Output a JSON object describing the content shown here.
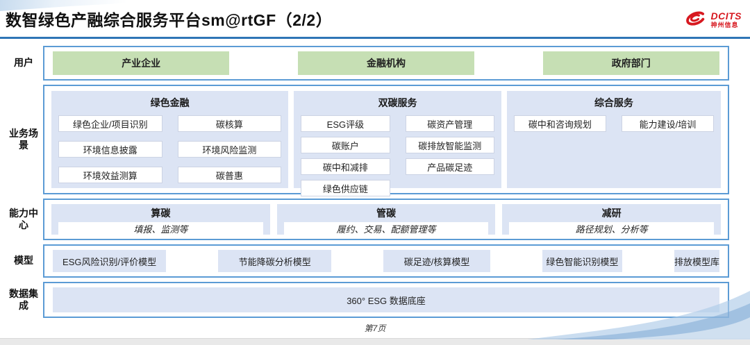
{
  "header": {
    "title": "数智绿色产融综合服务平台sm@rtGF（2/2）",
    "logo": {
      "name": "DCITS",
      "subtitle": "神州信息",
      "color": "#d71920"
    }
  },
  "rows": {
    "users": {
      "label": "用户",
      "items": [
        "产业企业",
        "金融机构",
        "政府部门"
      ]
    },
    "scenarios": {
      "label": "业务场景",
      "columns": [
        {
          "title": "绿色金融",
          "items": [
            "绿色企业/项目识别",
            "碳核算",
            "环境信息披露",
            "环境风险监测",
            "环境效益测算",
            "碳普惠"
          ]
        },
        {
          "title": "双碳服务",
          "items": [
            "ESG评级",
            "碳资产管理",
            "碳账户",
            "碳排放智能监测",
            "碳中和减排",
            "产品碳足迹",
            "绿色供应链"
          ]
        },
        {
          "title": "综合服务",
          "items": [
            "碳中和咨询规划",
            "能力建设/培训"
          ]
        }
      ]
    },
    "capabilities": {
      "label": "能力中心",
      "items": [
        {
          "title": "算碳",
          "desc": "填报、监测等"
        },
        {
          "title": "管碳",
          "desc": "履约、交易、配额管理等"
        },
        {
          "title": "减研",
          "desc": "路径规划、分析等"
        }
      ]
    },
    "models": {
      "label": "模型",
      "items": [
        "ESG风险识别/评价模型",
        "节能降碳分析模型",
        "碳足迹/核算模型",
        "绿色智能识别模型",
        "排放模型库"
      ]
    },
    "data_integration": {
      "label": "数据集成",
      "value": "360° ESG 数据底座"
    }
  },
  "footer": {
    "page": "第7页"
  },
  "colors": {
    "accent_blue": "#5b9bd5",
    "rule_blue": "#2e75b6",
    "panel_blue": "#dce4f4",
    "user_green": "#c6dfb4",
    "logo_red": "#d71920"
  }
}
